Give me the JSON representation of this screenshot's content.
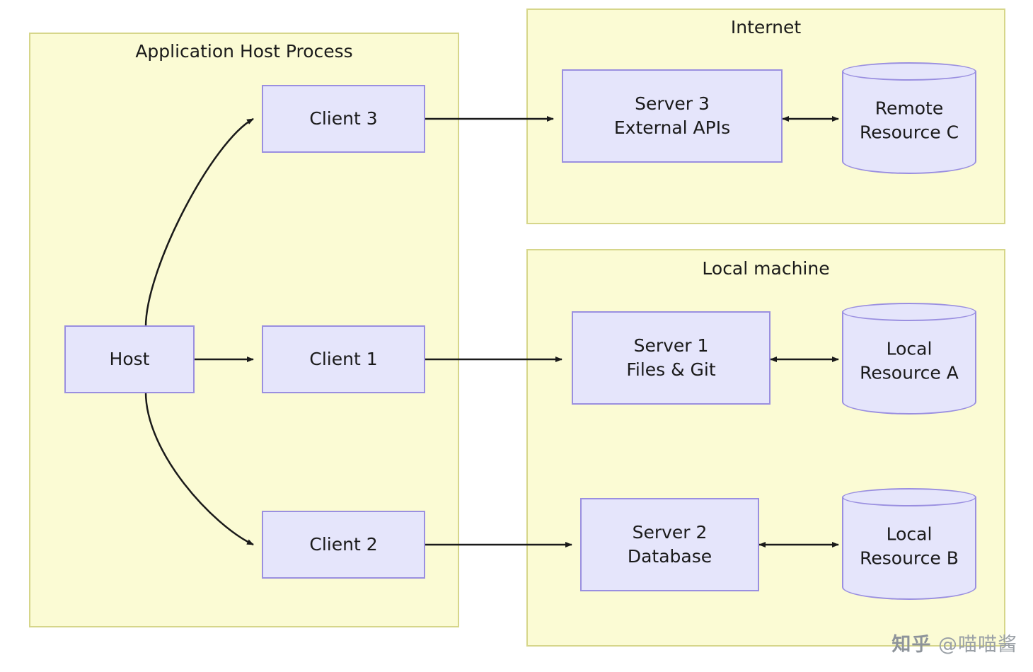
{
  "diagram": {
    "type": "architecture-flow",
    "groups": [
      {
        "id": "host-process",
        "title": "Application Host Process"
      },
      {
        "id": "internet",
        "title": "Internet"
      },
      {
        "id": "local-machine",
        "title": "Local machine"
      }
    ],
    "nodes": {
      "host": {
        "label": "Host"
      },
      "client1": {
        "label": "Client 1"
      },
      "client2": {
        "label": "Client 2"
      },
      "client3": {
        "label": "Client 3"
      },
      "server1_line1": "Server 1",
      "server1_line2": "Files  &  Git",
      "server2_line1": "Server 2",
      "server2_line2": "Database",
      "server3_line1": "Server 3",
      "server3_line2": "External APIs",
      "resourceA_line1": "Local",
      "resourceA_line2": "Resource A",
      "resourceB_line1": "Local",
      "resourceB_line2": "Resource B",
      "resourceC_line1": "Remote",
      "resourceC_line2": "Resource C"
    },
    "colors": {
      "group_fill": "#fbfbd4",
      "group_stroke": "#d6d68a",
      "node_fill": "#e5e5fb",
      "node_stroke": "#9a8fe0",
      "edge_stroke": "#1a1a1a",
      "text": "#1a1a1a",
      "watermark": "#9aa0a6"
    }
  },
  "watermark": {
    "logo": "知乎",
    "handle": "@喵喵酱"
  }
}
